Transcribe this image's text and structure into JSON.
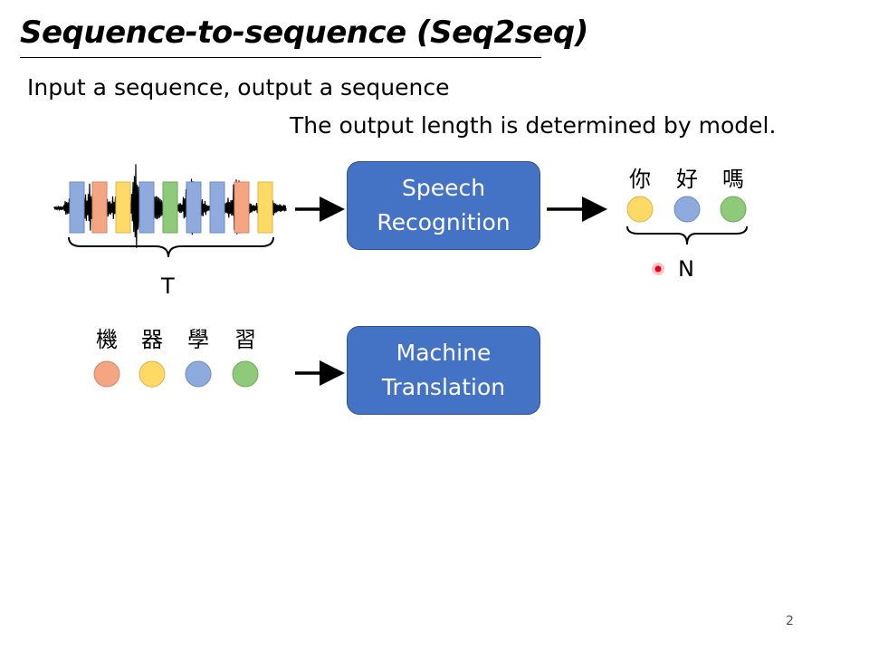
{
  "slide": {
    "title": "Sequence-to-sequence (Seq2seq)",
    "subtitle": "Input a sequence, output a sequence",
    "output_note": "The output length is determined by model.",
    "page_number": "2"
  },
  "speech_recognition": {
    "box_line1": "Speech",
    "box_line2": "Recognition",
    "input_length_label": "T",
    "output_tokens": [
      "你",
      "好",
      "嗎"
    ],
    "output_length_label": "N"
  },
  "machine_translation": {
    "box_line1": "Machine",
    "box_line2": "Translation",
    "input_tokens": [
      "機",
      "器",
      "學",
      "習"
    ]
  },
  "colors": {
    "box_fill": "#4472c4",
    "blue": "#8faadc",
    "orange": "#f4a582",
    "yellow": "#ffd966",
    "green": "#8fc97a",
    "pointer": "#e0001b"
  }
}
